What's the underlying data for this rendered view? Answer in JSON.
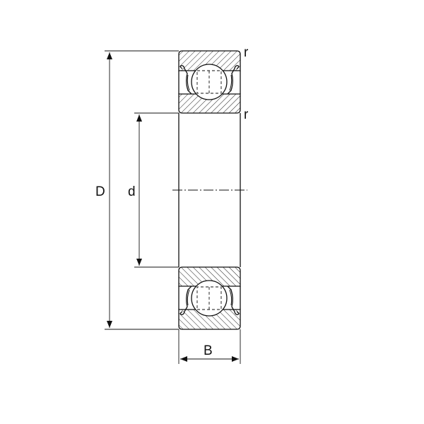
{
  "labels": {
    "outer_diameter": "D",
    "bore_diameter": "d",
    "width": "B",
    "radius_top": "r",
    "radius_inner": "r"
  },
  "colors": {
    "line": "#111111",
    "background": "#ffffff"
  }
}
